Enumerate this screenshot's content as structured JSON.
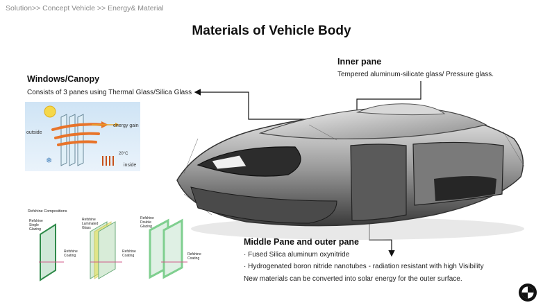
{
  "breadcrumb": "Solution>> Concept Vehicle >> Energy& Material",
  "title": "Materials of Vehicle Body",
  "windows": {
    "heading": "Windows/Canopy",
    "text": "Consists of 3 panes using Thermal Glass/Silica Glass",
    "diagram": {
      "outside": "outside",
      "energy_gain": "energy gain",
      "temp": "20°C",
      "inside": "inside"
    }
  },
  "inner_pane": {
    "heading": "Inner pane",
    "text": "Tempered aluminum-silicate  glass/ Pressure glass."
  },
  "middle_pane": {
    "heading": "Middle Pane and outer pane",
    "line1": "· Fused Silica aluminum  oxynitride",
    "line2": "· Hydrogenated boron nitride nanotubes  - radiation resistant with high Visibility",
    "line3": "New materials can be converted into solar energy for the outer surface."
  },
  "refshine": {
    "title": "Refshine Compositions",
    "single": [
      "Refshine",
      "Single",
      "Glazing"
    ],
    "laminated": [
      "Refshine",
      "Laminated",
      "Glass"
    ],
    "double": [
      "Refshine",
      "Double",
      "Glazing"
    ],
    "coating": [
      "Refshine",
      "Coating"
    ]
  },
  "colors": {
    "sky_top": "#cfe4f5",
    "sky_bottom": "#eaf3fb",
    "sun": "#f5d84a",
    "arrow_orange": "#e8742a",
    "glass_green": "#7fcf8f",
    "laminate_yellow": "#e8e04a"
  }
}
